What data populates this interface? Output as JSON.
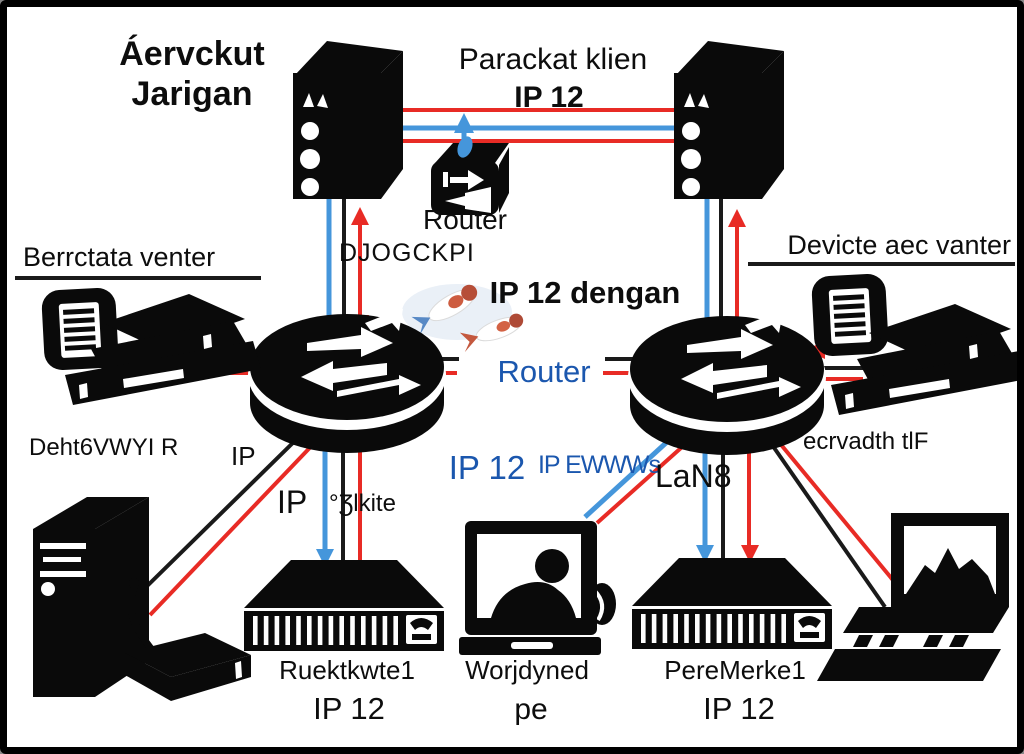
{
  "labels": {
    "title_line1": "Áervckut",
    "title_line2": "Jarigan",
    "client_line1": "Parackat klien",
    "client_line2": "IP 12",
    "top_router": "Router",
    "dogckpi": "DJOGCKPI",
    "ip_dengan": "IP 12 dengan",
    "mid_router": "Router",
    "ip12_blue": "IP 12",
    "ip_ewwws": "IP EWWWs",
    "left_panel": "Berrctata venter",
    "right_panel": "Devicte aec vanter",
    "left_printer": "Deht6VWYI R",
    "right_printer": "ecrvadth tlF",
    "ip_upper": "IP",
    "ip_lower": "IP",
    "alkite": "°Ʒlkite",
    "lan": "LaN8",
    "rack_left_name": "Ruektkwte1",
    "rack_left_ip": "IP 12",
    "workstation_name": "Worjdyned",
    "workstation_ip": "pe",
    "rack_right_name": "PereMerke1",
    "rack_right_ip": "IP 12"
  },
  "icons": {
    "server_tower": "tower-server-icon",
    "cube_router": "small-router-cube-icon",
    "cylinder_router": "cisco-router-cylinder-icon",
    "document_badge": "document-badge-icon",
    "printer": "printer-scanner-icon",
    "pc_tower": "desktop-pc-tower-icon",
    "rack": "rack-switch-icon",
    "monitor": "workstation-monitor-icon",
    "laptop": "laptop-icon",
    "watermark": "koi-fish-watermark"
  },
  "colors": {
    "line_red": "#e82b25",
    "line_blue": "#4596db",
    "line_black": "#1a1a1a",
    "text_blue": "#1b57ae",
    "device_black": "#0a0a0a"
  }
}
